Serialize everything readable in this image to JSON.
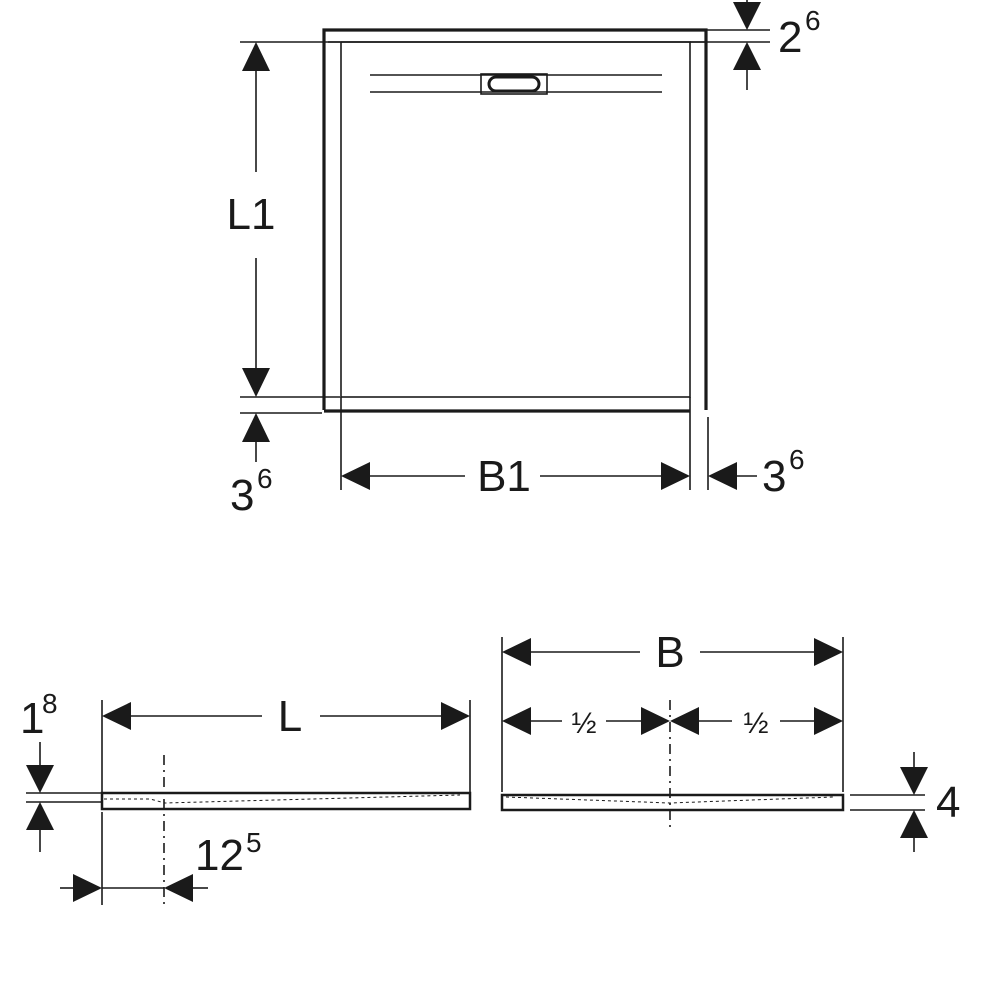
{
  "top_view": {
    "length_label": "L1",
    "width_label": "B1",
    "top_margin": {
      "base": "2",
      "sup": "6"
    },
    "bottom_margin": {
      "base": "3",
      "sup": "6"
    },
    "right_margin": {
      "base": "3",
      "sup": "6"
    }
  },
  "side_view": {
    "length_label": "L",
    "edge_height": {
      "base": "1",
      "sup": "8"
    },
    "drain_offset": {
      "base": "12",
      "sup": "5"
    }
  },
  "front_view": {
    "width_label": "B",
    "half_left": "½",
    "half_right": "½",
    "height_label": "4"
  }
}
